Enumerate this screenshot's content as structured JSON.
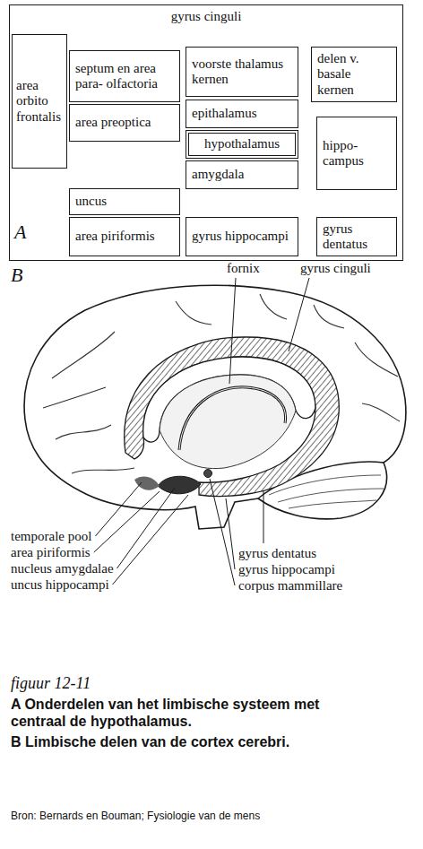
{
  "diagram": {
    "caption": "figuur 12-11",
    "nodes": [
      {
        "text": [
          "gyrus cinguli"
        ]
      },
      {
        "text": [
          "area orbito frontalis"
        ],
        "in": 0
      },
      {
        "text": [
          "septum en area para- olfactoria"
        ],
        "in": 0
      },
      {
        "text": [
          "area preoptica"
        ],
        "in": 0
      },
      {
        "text": [
          "voorste thalamus kernen"
        ],
        "in": 0
      },
      {
        "text": [
          "delen v. basale kernen"
        ],
        "in": 0
      },
      {
        "text": [
          "epithalamus"
        ],
        "in": 0
      },
      {
        "text": [
          "hypothalamus"
        ],
        "in": 0
      },
      {
        "text": [
          "amygdala"
        ],
        "in": 0
      },
      {
        "text": [
          "hippo- campus"
        ],
        "in": 0
      },
      {
        "text": [
          "uncus"
        ],
        "in": 0
      },
      {
        "text": [
          "area piriformis"
        ],
        "in": 0
      },
      {
        "text": [
          "gyrus hippocampi"
        ],
        "in": 0
      },
      {
        "text": [
          "gyrus dentatus"
        ],
        "in": 0
      }
    ],
    "labels": [
      "A",
      "B",
      "fornix",
      "gyrus cinguli",
      "temporale pool",
      "area piriformis",
      "nucleus amygdalae",
      "uncus hippocampi",
      "gyrus dentatus",
      "gyrus hippocampi",
      "corpus mammillare",
      "A Onderdelen van het limbische systeem met centraal de hypothalamus.",
      "B Limbische delen van de cortex cerebri.",
      "Bron: Bernards en Bouman; Fysiologie van de mens"
    ]
  }
}
